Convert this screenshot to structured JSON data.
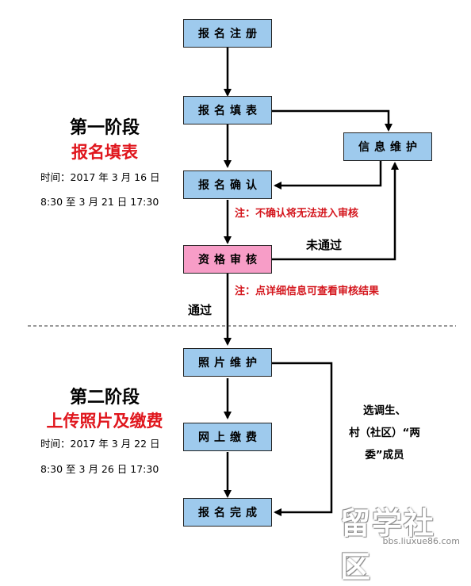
{
  "boxes": {
    "register": "报名注册",
    "fill_form": "报名填表",
    "info_maintain": "信息维护",
    "confirm": "报名确认",
    "qualification": "资格审核",
    "photo_maintain": "照片维护",
    "online_payment": "网上缴费",
    "complete": "报名完成"
  },
  "stage1": {
    "title": "第一阶段",
    "subtitle": "报名填表",
    "time_line1": "时间：2017 年 3 月 16 日",
    "time_line2": "8:30 至 3 月 21 日 17:30"
  },
  "stage2": {
    "title": "第二阶段",
    "subtitle": "上传照片及缴费",
    "time_line1": "时间：2017 年 3 月 22 日",
    "time_line2": "8:30 至 3 月 26 日 17:30"
  },
  "notes": {
    "confirm_note": "注：不确认将无法进入审核",
    "detail_note": "注：点详细信息可查看审核结果"
  },
  "labels": {
    "not_passed": "未通过",
    "passed": "通过"
  },
  "side_note": {
    "line1": "选调生、",
    "line2": "村（社区）“两",
    "line3": "委”成员"
  },
  "watermark": {
    "main": "留学社区",
    "url": "bbs.liuxue86.com"
  },
  "colors": {
    "box_blue": "#9ecaed",
    "box_pink": "#f79dc7",
    "accent_red": "#e0161d"
  }
}
